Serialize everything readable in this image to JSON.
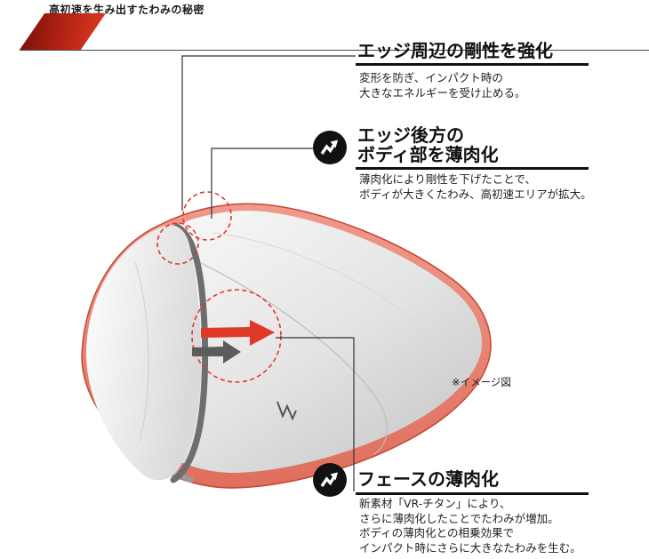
{
  "header": {
    "title": "高初速を生み出すたわみの秘密"
  },
  "illustration": {
    "note": "※イメージ図"
  },
  "callouts": {
    "edge_rigidity": {
      "heading": "エッジ周辺の剛性を強化",
      "desc": [
        "変形を防ぎ、インパクト時の",
        "大きなエネルギーを受け止める。"
      ]
    },
    "body_thinning": {
      "heading_line1": "エッジ後方の",
      "heading_line2": "ボディ部を薄肉化",
      "desc": [
        "薄肉化により剛性を下げたことで、",
        "ボディが大きくたわみ、高初速エリアが拡大。"
      ]
    },
    "face_thinning": {
      "heading": "フェースの薄肉化",
      "desc": [
        "新素材「VR-チタン」により、",
        "さらに薄肉化したことでたわみが増加。",
        "ボディの薄肉化との相乗効果で",
        "インパクト時にさらに大きなたわみを生む。"
      ]
    }
  },
  "colors": {
    "accent_red": "#df3826",
    "body_salmon": "#e8897b",
    "text_black": "#1a1a1a"
  }
}
